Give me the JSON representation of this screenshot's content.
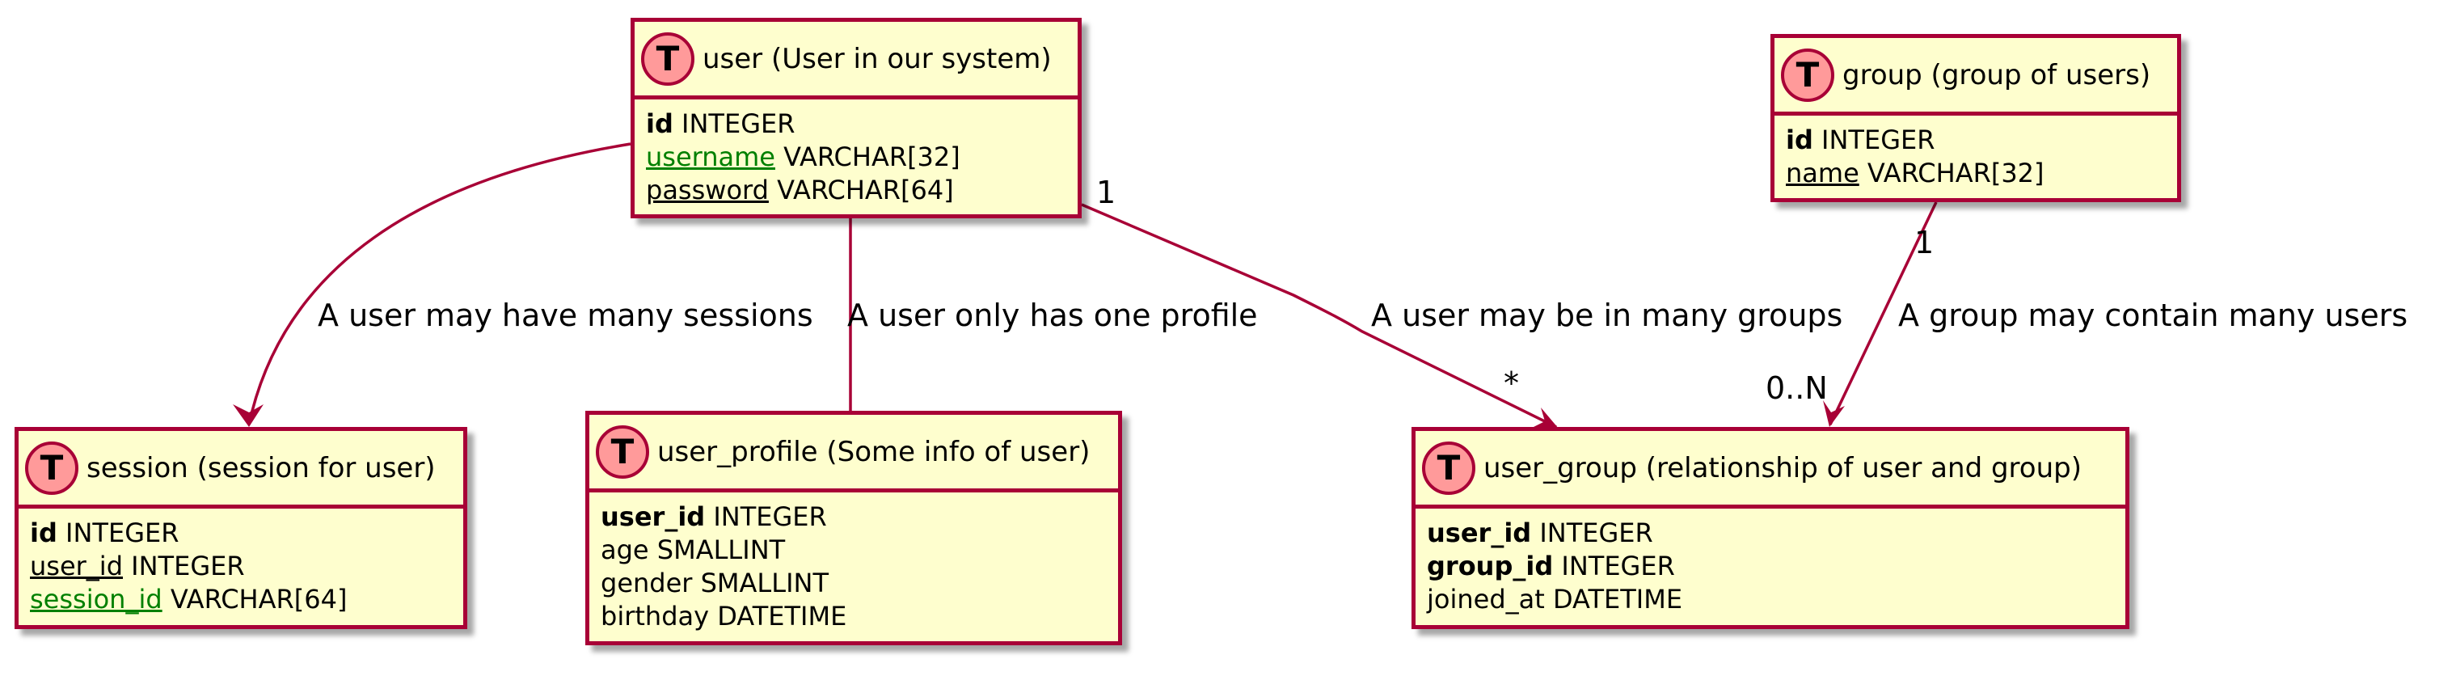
{
  "entities": {
    "user": {
      "title": "user (User in our system)",
      "badge": "T",
      "fields": [
        {
          "name": "id",
          "type": "INTEGER",
          "kind": "pk"
        },
        {
          "name": "username",
          "type": "VARCHAR[32]",
          "kind": "fk"
        },
        {
          "name": "password",
          "type": "VARCHAR[64]",
          "kind": "unique"
        }
      ]
    },
    "group": {
      "title": "group (group of users)",
      "badge": "T",
      "fields": [
        {
          "name": "id",
          "type": "INTEGER",
          "kind": "pk"
        },
        {
          "name": "name",
          "type": "VARCHAR[32]",
          "kind": "unique"
        }
      ]
    },
    "session": {
      "title": "session (session for user)",
      "badge": "T",
      "fields": [
        {
          "name": "id",
          "type": "INTEGER",
          "kind": "pk"
        },
        {
          "name": "user_id",
          "type": "INTEGER",
          "kind": "unique"
        },
        {
          "name": "session_id",
          "type": "VARCHAR[64]",
          "kind": "fk"
        }
      ]
    },
    "user_profile": {
      "title": "user_profile (Some info of user)",
      "badge": "T",
      "fields": [
        {
          "name": "user_id",
          "type": "INTEGER",
          "kind": "pk"
        },
        {
          "name": "age",
          "type": "SMALLINT",
          "kind": "plain"
        },
        {
          "name": "gender",
          "type": "SMALLINT",
          "kind": "plain"
        },
        {
          "name": "birthday",
          "type": "DATETIME",
          "kind": "plain"
        }
      ]
    },
    "user_group": {
      "title": "user_group (relationship of user and group)",
      "badge": "T",
      "fields": [
        {
          "name": "user_id",
          "type": "INTEGER",
          "kind": "pk"
        },
        {
          "name": "group_id",
          "type": "INTEGER",
          "kind": "pk"
        },
        {
          "name": "joined_at",
          "type": "DATETIME",
          "kind": "plain"
        }
      ]
    }
  },
  "relations": {
    "user_session": {
      "label": "A user may have many sessions"
    },
    "user_profile": {
      "label": "A user only has one profile"
    },
    "user_group": {
      "label": "A user may be in many groups",
      "from_mult": "1",
      "to_mult": "*"
    },
    "group_usergroup": {
      "label": "A group may contain many users",
      "from_mult": "1",
      "to_mult": "0..N"
    }
  },
  "colors": {
    "border": "#a80036",
    "fill": "#fefece",
    "badge": "#ff9a9a",
    "fk_text": "#008000"
  }
}
